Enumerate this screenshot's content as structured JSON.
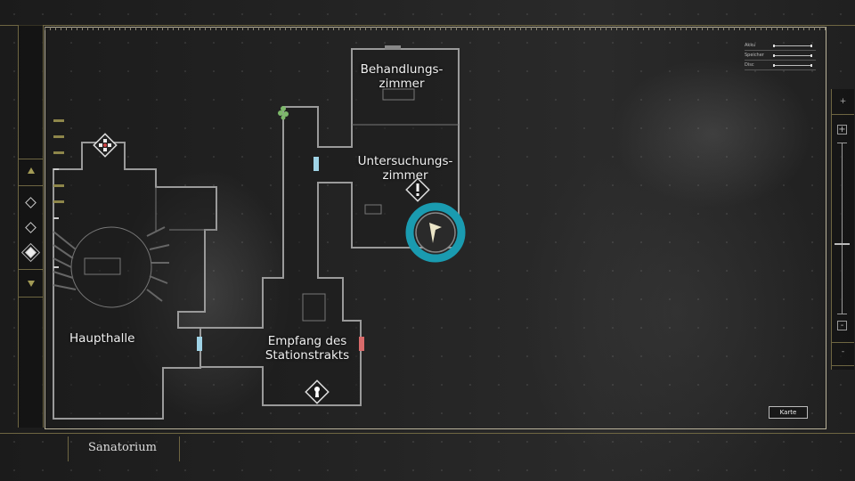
{
  "area_name": "Sanatorium",
  "rooms": [
    {
      "name": "Behandlungs-\nzimmer",
      "line1": "Behandlungs-",
      "line2": "zimmer"
    },
    {
      "name": "Untersuchungs-zimmer",
      "line1": "Untersuchungs-",
      "line2": "zimmer"
    },
    {
      "name": "Haupthalle",
      "line1": "Haupthalle"
    },
    {
      "name": "Empfang des Stationstrakts",
      "line1": "Empfang des",
      "line2": "Stationstrakts"
    }
  ],
  "legend": {
    "items": [
      "Akku",
      "Speicher",
      "Disc"
    ]
  },
  "buttons": {
    "map": "Karte",
    "zoom_in": "+",
    "zoom_out": "-",
    "zoom_in_small": "+",
    "zoom_out_small": "-"
  },
  "floor_selector": {
    "floors": 3,
    "active_floor_index": 2
  },
  "zoom_level": 0.41,
  "colors": {
    "player_ring": "#1a9bb0",
    "door_open": "#9fd3e6",
    "door_locked": "#d86a6a",
    "frame_gold": "#6e6642",
    "accent_yellow": "#a39b56"
  },
  "icons": [
    "save-room-icon",
    "herb-icon",
    "alert-icon",
    "keyhole-icon",
    "player-marker-icon"
  ]
}
